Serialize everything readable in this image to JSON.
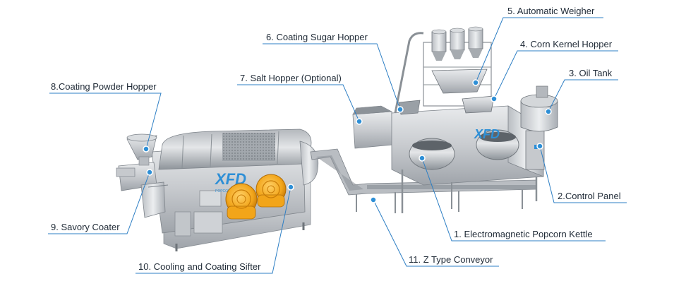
{
  "brand": {
    "logo_text": "XFD",
    "logo_subtext": "POPCORN MAKER",
    "accent_color": "#2e8fd6",
    "fan_color": "#f2a51a",
    "steel_color": "#c9ccd0"
  },
  "labels": {
    "l1": "1. Electromagnetic Popcorn Kettle",
    "l2": "2.Control Panel",
    "l3": "3. Oil Tank",
    "l4": "4. Corn Kernel Hopper",
    "l5": "5. Automatic Weigher",
    "l6": "6. Coating Sugar Hopper",
    "l7": "7. Salt Hopper (Optional)",
    "l8": "8.Coating Powder Hopper",
    "l9": "9. Savory Coater",
    "l10": "10. Cooling and Coating Sifter",
    "l11": "11. Z Type Conveyor"
  }
}
